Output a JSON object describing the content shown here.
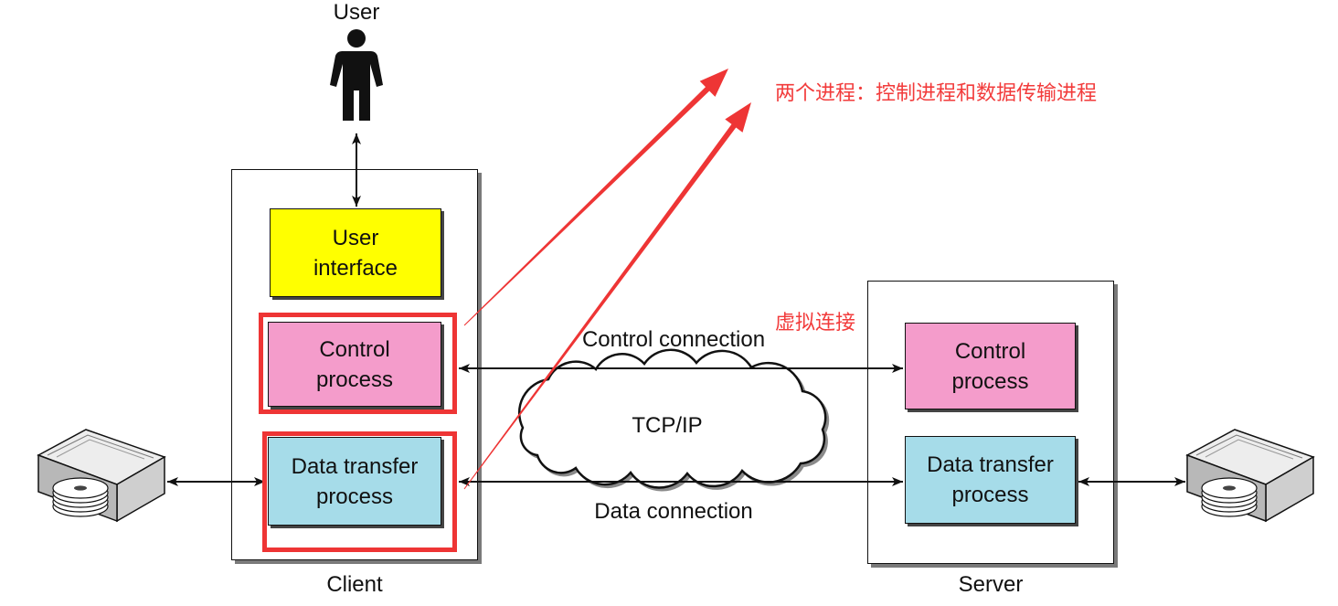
{
  "user": {
    "label": "User"
  },
  "client": {
    "label": "Client",
    "user_interface": [
      "User",
      "interface"
    ],
    "control_process": [
      "Control",
      "process"
    ],
    "data_transfer_process": [
      "Data transfer",
      "process"
    ]
  },
  "server": {
    "label": "Server",
    "control_process": [
      "Control",
      "process"
    ],
    "data_transfer_process": [
      "Data transfer",
      "process"
    ]
  },
  "network": {
    "label": "TCP/IP",
    "control_connection": "Control connection",
    "data_connection": "Data connection"
  },
  "annotations": {
    "two_processes": "两个进程：控制进程和数据传输进程",
    "virtual_connection": "虚拟连接"
  },
  "icons": {
    "user": "person-icon",
    "client_storage": "disk-drive-icon",
    "server_storage": "disk-drive-icon"
  },
  "colors": {
    "user_interface": "#ffff00",
    "control_process": "#f49ccb",
    "data_transfer_process": "#a6dce9",
    "annotation": "#f23b3b",
    "highlight": "#ee3535"
  }
}
